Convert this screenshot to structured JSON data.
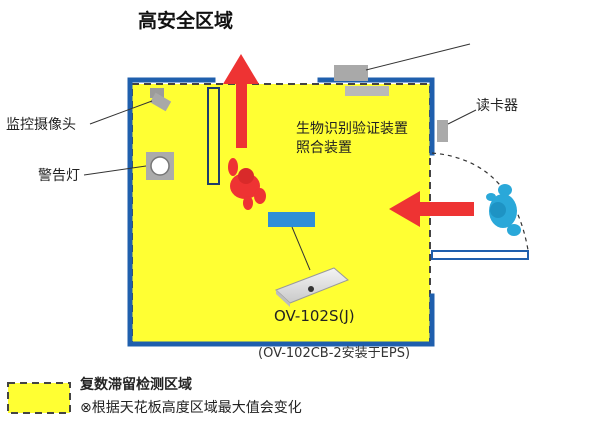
{
  "title": "高安全区域",
  "labels": {
    "camera": "监控摄像头",
    "warning_light": "警告灯",
    "card_reader": "读卡器",
    "biometric_line1": "生物识别验证装置",
    "biometric_line2": "照合装置",
    "sensor_model": "OV-102S(J)",
    "eps_note": "(OV-102CB-2安装于EPS)"
  },
  "legend": {
    "title": "复数滞留检测区域",
    "note": "⊗根据天花板高度区域最大值会变化"
  },
  "colors": {
    "zone_fill": "#ffff33",
    "zone_border": "#1f5fad",
    "arrow_red": "#ee3333",
    "person_blue": "#2aa8d9",
    "sensor_blue": "#2f8fd8"
  }
}
